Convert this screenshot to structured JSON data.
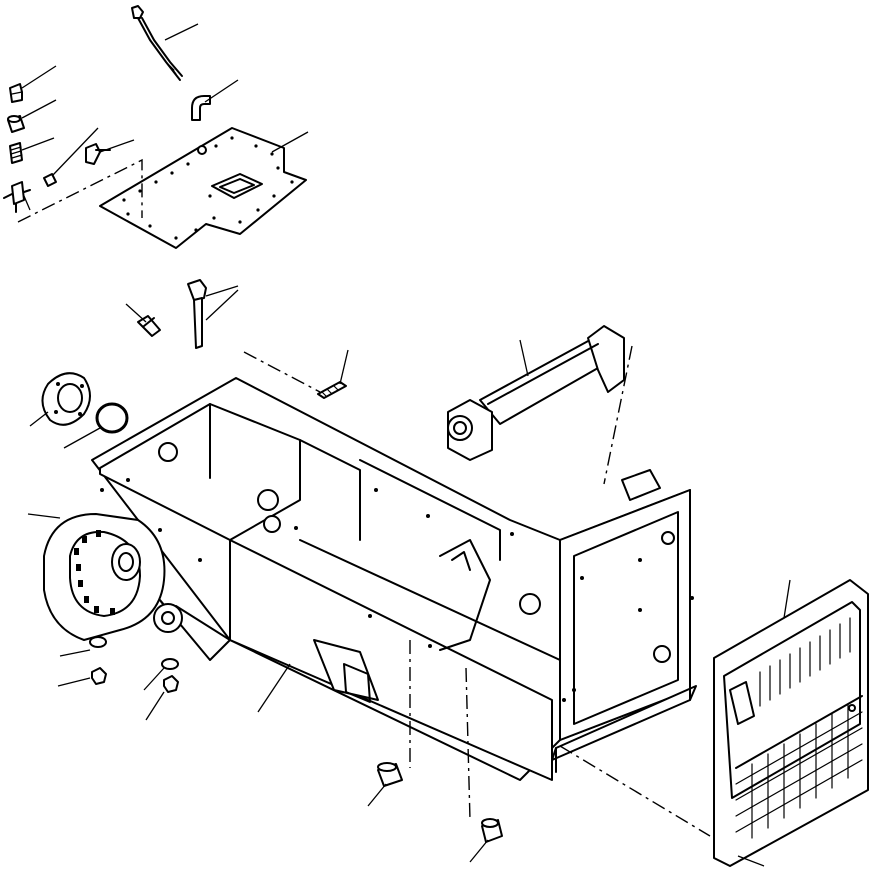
{
  "diagram": {
    "kind": "exploded-parts-view",
    "parts": [
      {
        "id": "dipstick",
        "icon": "dipstick-icon"
      },
      {
        "id": "elbow-tube",
        "icon": "elbow-tube-icon"
      },
      {
        "id": "cover-plate",
        "icon": "plate-icon"
      },
      {
        "id": "breather-cap",
        "icon": "cap-icon"
      },
      {
        "id": "plug",
        "icon": "plug-icon"
      },
      {
        "id": "fitting",
        "icon": "fitting-icon"
      },
      {
        "id": "bolt-small",
        "icon": "bolt-icon"
      },
      {
        "id": "valve",
        "icon": "valve-icon"
      },
      {
        "id": "tee-fitting",
        "icon": "tee-icon"
      },
      {
        "id": "gauge-rod",
        "icon": "rod-icon"
      },
      {
        "id": "clip",
        "icon": "clip-icon"
      },
      {
        "id": "rubber-pad",
        "icon": "pad-icon"
      },
      {
        "id": "axle-tube",
        "icon": "axle-icon"
      },
      {
        "id": "flange",
        "icon": "flange-icon"
      },
      {
        "id": "o-ring",
        "icon": "o-ring-icon"
      },
      {
        "id": "main-frame",
        "icon": "frame-icon"
      },
      {
        "id": "final-drive-housing",
        "icon": "sprocket-icon"
      },
      {
        "id": "washer",
        "icon": "washer-icon"
      },
      {
        "id": "nut",
        "icon": "nut-icon"
      },
      {
        "id": "bushing",
        "icon": "bushing-icon"
      },
      {
        "id": "rear-grille",
        "icon": "grille-icon"
      }
    ]
  }
}
